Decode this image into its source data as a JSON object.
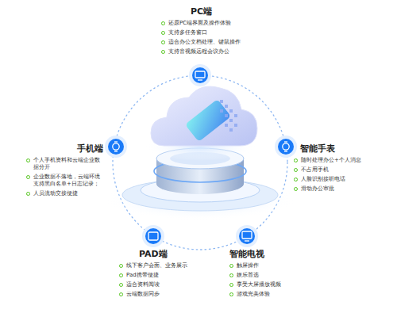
{
  "diagram": {
    "nodes": [
      {
        "text": [
          "PC端",
          "还原PC端界面及操作体验",
          "支持多任务窗口",
          "适合办公文档处理、键鼠操作",
          "支持音视频远程会议办公"
        ]
      },
      {
        "text": [
          "手机端",
          "个人手机资料和云端企业数据分开",
          "企业数据不落地，云端环境支持黑白名单+日志记录；",
          "人员流动交接便捷"
        ]
      },
      {
        "text": [
          "智能手表",
          "随时处理办公+个人消息",
          "不占用手机",
          "人脸识别接听电话",
          "滑动办公审批"
        ]
      },
      {
        "text": [
          "PAD端",
          "线下客户会面、业务展示",
          "Pad携带便捷",
          "适合资料阅读",
          "云端数据同步"
        ]
      },
      {
        "text": [
          "智能电视",
          "触屏操作",
          "娱乐首选",
          "享受大屏播放视频",
          "游戏完美体验"
        ]
      }
    ]
  }
}
